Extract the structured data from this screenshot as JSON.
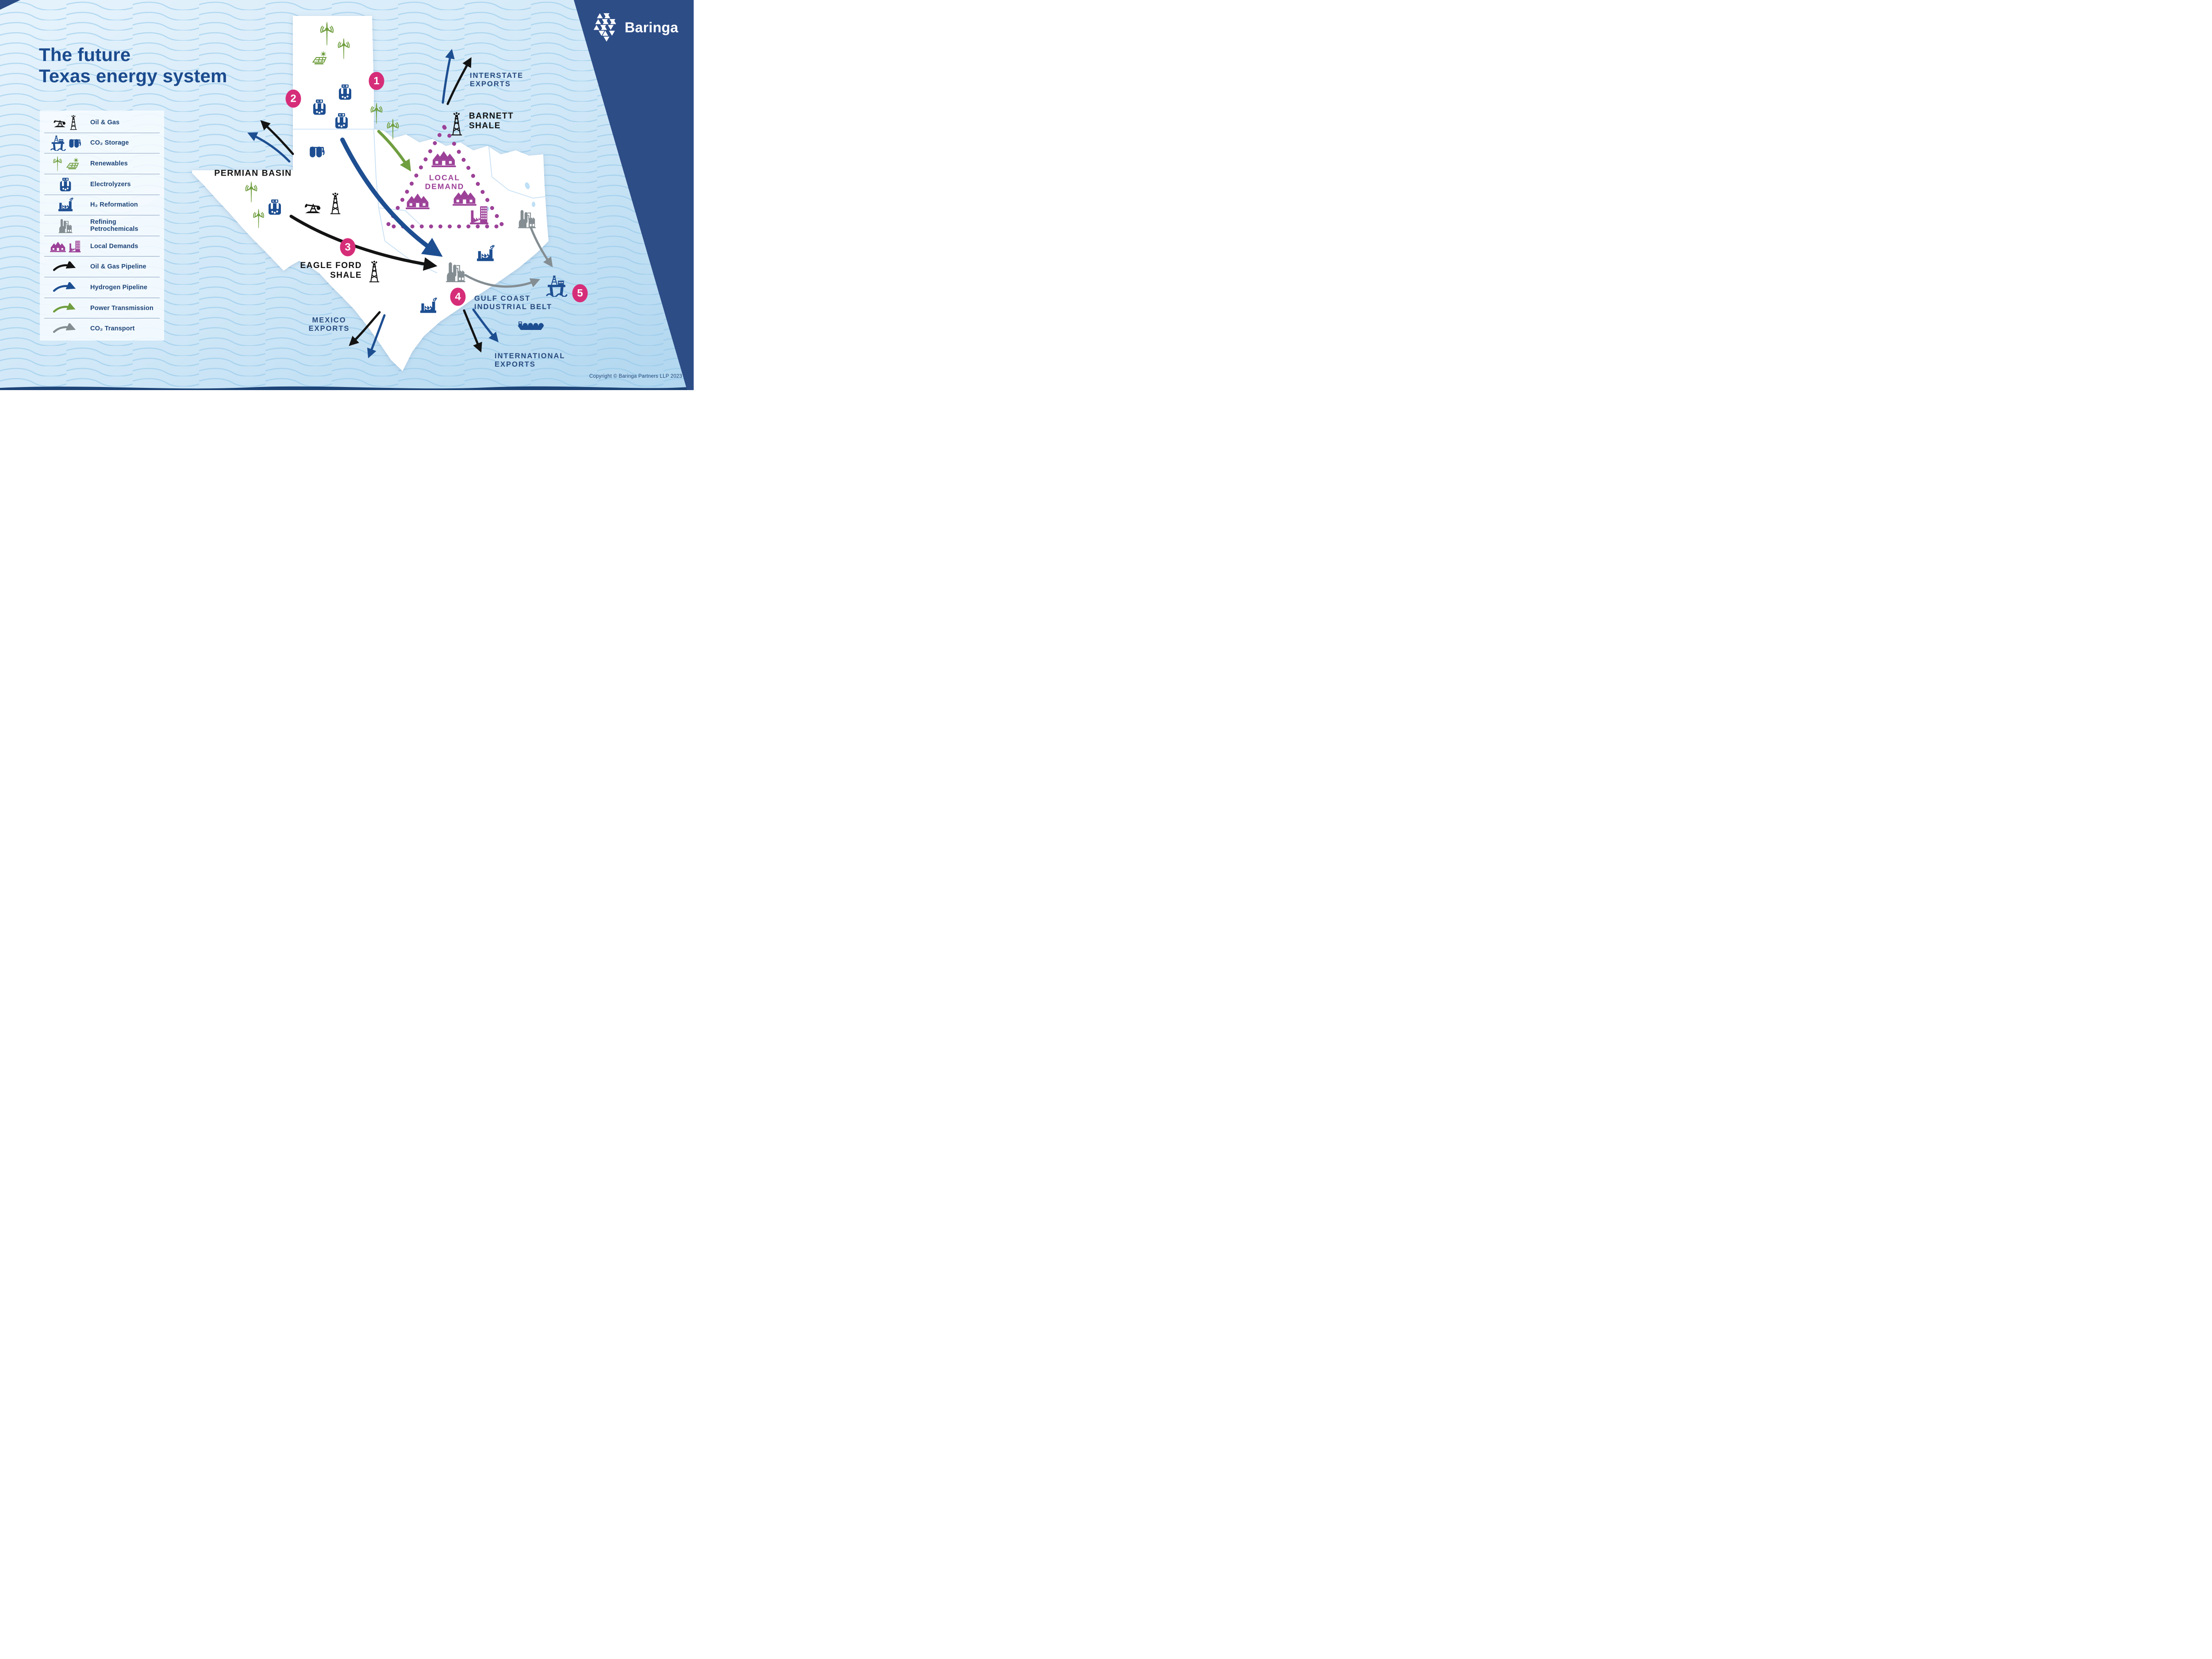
{
  "title": {
    "line1": "The future",
    "line2": "Texas energy system"
  },
  "brand": {
    "name": "Baringa"
  },
  "footer": {
    "copyright": "Copyright © Baringa Partners LLP 2023"
  },
  "colors": {
    "navy_text": "#1d4477",
    "label_navy": "#274a7e",
    "title_blue": "#1c4b8e",
    "band_blue": "#2d4d87",
    "pink": "#d62d79",
    "purple": "#9c4198",
    "green": "#6f9e3f",
    "blue": "#1d4e91",
    "gray": "#838d92",
    "black": "#131313",
    "map_fill": "#ffffff",
    "bg_light": "#e3f2fb",
    "bg_deep": "#b3d7ef",
    "wave_line": "#8fc6e9"
  },
  "legend": {
    "items": [
      {
        "id": "oil-gas",
        "label": "Oil & Gas",
        "color": "#131313"
      },
      {
        "id": "co2-storage",
        "label": "CO₂ Storage",
        "color": "#1d4e91"
      },
      {
        "id": "renewables",
        "label": "Renewables",
        "color": "#6f9e3f"
      },
      {
        "id": "electrolyzers",
        "label": "Electrolyzers",
        "color": "#1d4e91"
      },
      {
        "id": "h2-reformation",
        "label": "H₂ Reformation",
        "color": "#1d4e91"
      },
      {
        "id": "refining-petrochemicals",
        "label": "Refining Petrochemicals",
        "color": "#838d92"
      },
      {
        "id": "local-demands",
        "label": "Local Demands",
        "color": "#9c4198"
      },
      {
        "id": "oil-gas-pipeline",
        "label": "Oil & Gas Pipeline",
        "color": "#131313"
      },
      {
        "id": "hydrogen-pipeline",
        "label": "Hydrogen Pipeline",
        "color": "#1d4e91"
      },
      {
        "id": "power-transmission",
        "label": "Power Transmission",
        "color": "#6f9e3f"
      },
      {
        "id": "co2-transport",
        "label": "CO₂ Transport",
        "color": "#838d92"
      }
    ]
  },
  "map": {
    "markers": [
      {
        "n": "1"
      },
      {
        "n": "2"
      },
      {
        "n": "3"
      },
      {
        "n": "4"
      },
      {
        "n": "5"
      }
    ],
    "labels": {
      "permian": {
        "line1": "PERMIAN BASIN"
      },
      "barnett": {
        "line1": "BARNETT",
        "line2": "SHALE"
      },
      "eagle_ford": {
        "line1": "EAGLE FORD",
        "line2": "SHALE"
      },
      "local_demand": {
        "line1": "LOCAL",
        "line2": "DEMAND"
      },
      "gulf_coast": {
        "line1": "GULF COAST",
        "line2": "INDUSTRIAL BELT"
      },
      "interstate": {
        "line1": "INTERSTATE",
        "line2": "EXPORTS"
      },
      "international": {
        "line1": "INTERNATIONAL",
        "line2": "EXPORTS"
      },
      "mexico": {
        "line1": "MEXICO",
        "line2": "EXPORTS"
      }
    }
  }
}
